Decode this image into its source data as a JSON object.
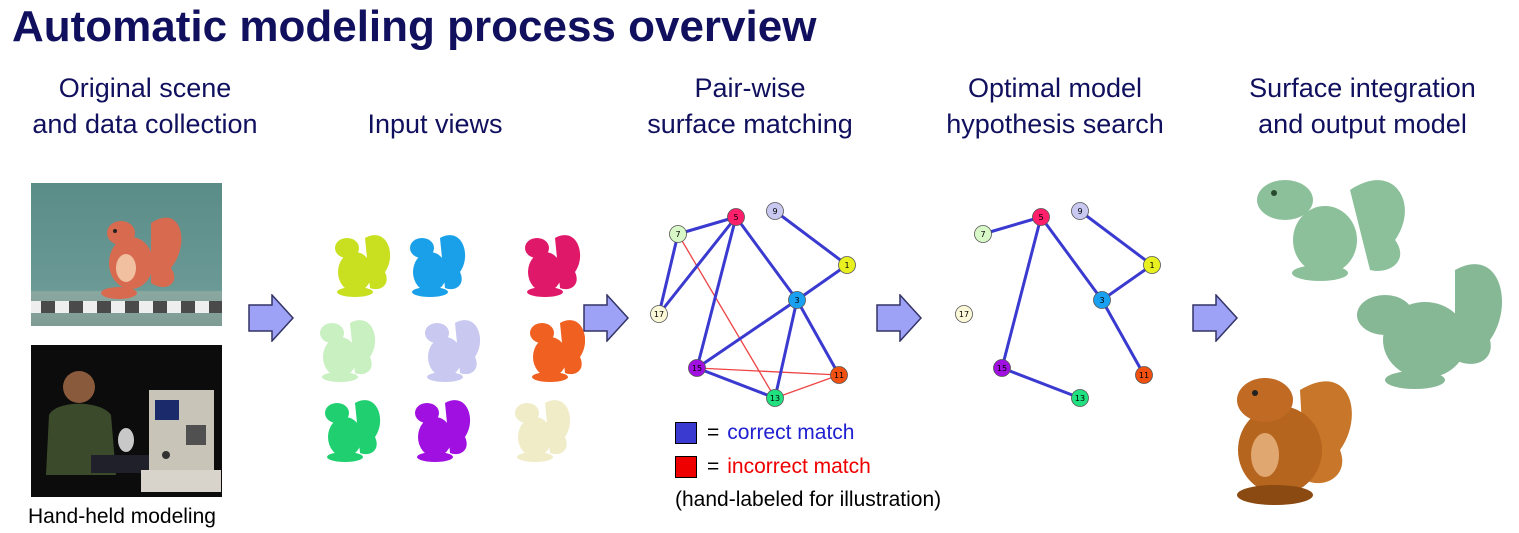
{
  "title": "Automatic modeling process overview",
  "stages": [
    {
      "line1": "Original scene",
      "line2": "and data collection"
    },
    {
      "line1": "Input views",
      "line2": ""
    },
    {
      "line1": "Pair-wise",
      "line2": "surface matching"
    },
    {
      "line1": "Optimal model",
      "line2": "hypothesis search"
    },
    {
      "line1": "Surface integration",
      "line2": "and output model"
    }
  ],
  "photo_caption": "Hand-held modeling",
  "legend": {
    "correct_eq": "=",
    "correct_label": "correct match",
    "incorrect_eq": "=",
    "incorrect_label": "incorrect match",
    "note": "(hand-labeled for illustration)",
    "correct_color": "#3a3ad0",
    "incorrect_color": "#ee0000"
  },
  "colors": {
    "title": "#10105e",
    "arrow_fill": "#9ea2f6",
    "arrow_stroke": "#333366",
    "edge_correct": "#3a3ad0",
    "edge_incorrect": "#ee4444",
    "squirrel_green": "#8cc09a",
    "squirrel_brown": "#b5651d"
  },
  "graph_nodes": [
    {
      "id": "5",
      "color": "#ff1f6a"
    },
    {
      "id": "9",
      "color": "#c8c8f0"
    },
    {
      "id": "7",
      "color": "#d8f8c8"
    },
    {
      "id": "1",
      "color": "#e8f020"
    },
    {
      "id": "17",
      "color": "#fbf8d8"
    },
    {
      "id": "3",
      "color": "#1aa0f0"
    },
    {
      "id": "15",
      "color": "#a010e0"
    },
    {
      "id": "11",
      "color": "#f05010"
    },
    {
      "id": "13",
      "color": "#20e080"
    }
  ],
  "matching_edges_correct": [
    [
      "7",
      "5"
    ],
    [
      "7",
      "17"
    ],
    [
      "5",
      "17"
    ],
    [
      "5",
      "15"
    ],
    [
      "5",
      "3"
    ],
    [
      "9",
      "1"
    ],
    [
      "1",
      "3"
    ],
    [
      "3",
      "15"
    ],
    [
      "3",
      "13"
    ],
    [
      "3",
      "11"
    ],
    [
      "15",
      "13"
    ]
  ],
  "matching_edges_incorrect": [
    [
      "7",
      "13"
    ],
    [
      "15",
      "11"
    ],
    [
      "13",
      "11"
    ]
  ],
  "hypothesis_edges": [
    [
      "7",
      "5"
    ],
    [
      "5",
      "15"
    ],
    [
      "5",
      "3"
    ],
    [
      "9",
      "1"
    ],
    [
      "1",
      "3"
    ],
    [
      "3",
      "11"
    ],
    [
      "15",
      "13"
    ]
  ],
  "input_views": [
    {
      "color": "#c8e020"
    },
    {
      "color": "#1aa0e8"
    },
    {
      "color": "#e0186a"
    },
    {
      "color": "#c8f0c0"
    },
    {
      "color": "#c8c8f0"
    },
    {
      "color": "#f06020"
    },
    {
      "color": "#20d070"
    },
    {
      "color": "#a010e0"
    },
    {
      "color": "#f0ecc8"
    }
  ]
}
